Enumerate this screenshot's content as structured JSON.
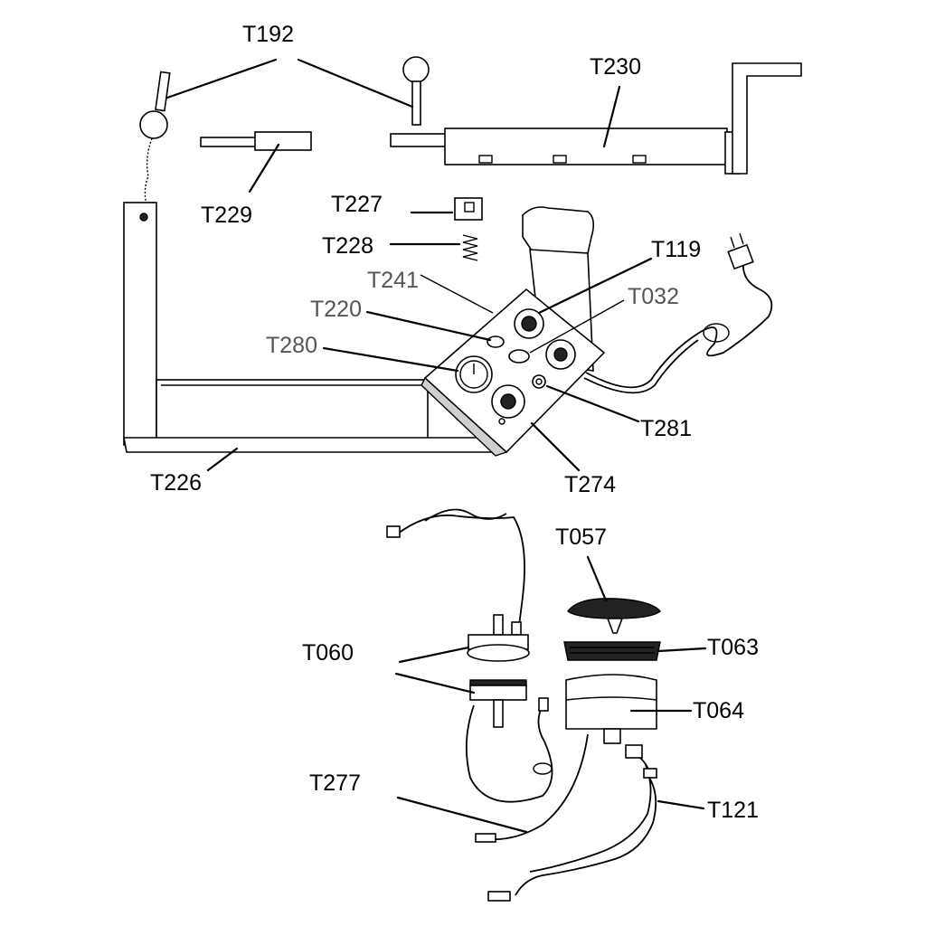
{
  "colors": {
    "ink": "#000000",
    "paper": "#ffffff",
    "faint_label": "#555555"
  },
  "labels": {
    "T192": "T192",
    "T230": "T230",
    "T229": "T229",
    "T227": "T227",
    "T228": "T228",
    "T119": "T119",
    "T241": "T241",
    "T032": "T032",
    "T220": "T220",
    "T280": "T280",
    "T281": "T281",
    "T226": "T226",
    "T274": "T274",
    "T057": "T057",
    "T060": "T060",
    "T063": "T063",
    "T064": "T064",
    "T277": "T277",
    "T121": "T121"
  }
}
